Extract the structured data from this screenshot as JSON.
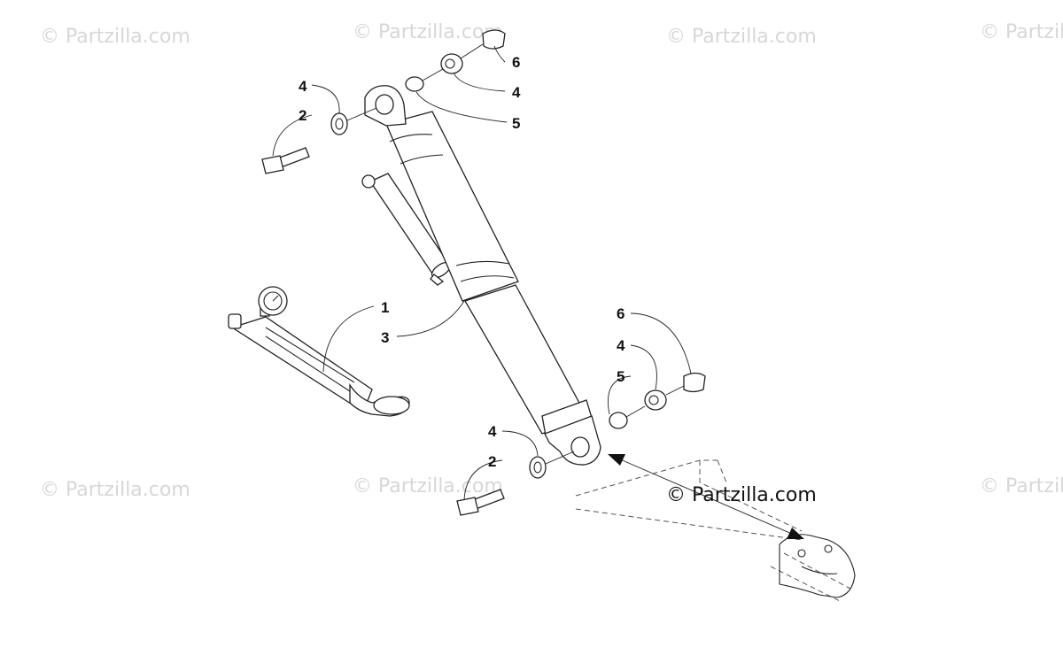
{
  "watermark": "© Partzilla.com",
  "credit": "© Partzilla.com",
  "callouts": {
    "top_6": "6",
    "top_4_right": "4",
    "top_5": "5",
    "top_4_left": "4",
    "top_2": "2",
    "label_1": "1",
    "label_3": "3",
    "bot_6": "6",
    "bot_4_right": "4",
    "bot_5": "5",
    "bot_4_left": "4",
    "bot_2": "2"
  }
}
